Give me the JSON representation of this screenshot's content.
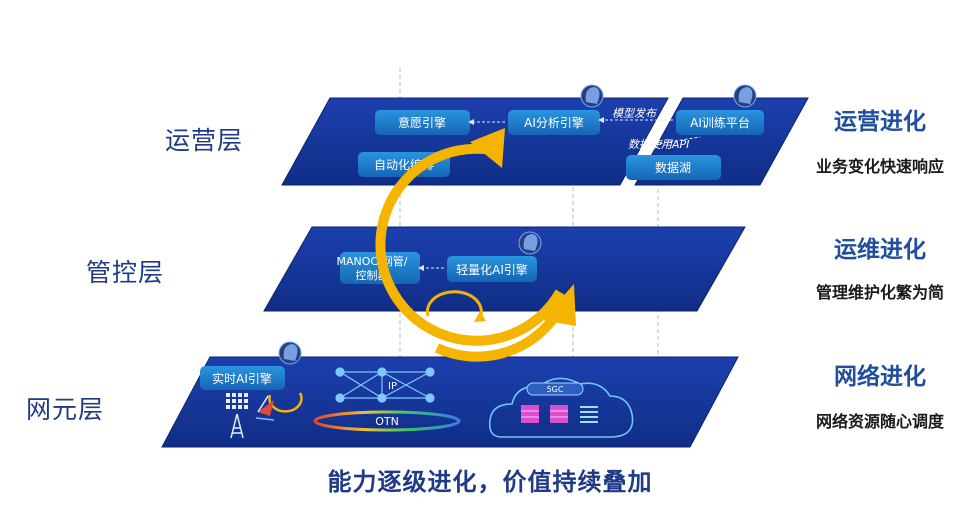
{
  "layers": {
    "ops": "运营层",
    "control": "管控层",
    "element": "网元层"
  },
  "modules": {
    "intent_engine": "意愿引擎",
    "ai_analysis_engine": "AI分析引擎",
    "ai_training_platform": "AI训练平台",
    "auto_orchestration": "自动化编排",
    "data_lake": "数据湖",
    "manager_line1": "MANOC/网管/",
    "manager_line2": "控制器",
    "light_ai_engine": "轻量化AI引擎",
    "realtime_ai_engine": "实时AI引擎"
  },
  "annotations": {
    "model_publish": "模型发布",
    "data_api": "数据使用API"
  },
  "network": {
    "ip": "IP",
    "otn": "OTN",
    "five_gc": "5GC"
  },
  "evolution": [
    {
      "title": "运营进化",
      "subtitle": "业务变化快速响应"
    },
    {
      "title": "运维进化",
      "subtitle": "管理维护化繁为简"
    },
    {
      "title": "网络进化",
      "subtitle": "网络资源随心调度"
    }
  ],
  "caption": "能力逐级进化，价值持续叠加",
  "colors": {
    "layer": "#1a3aa0",
    "layer_edge": "#0d2a7e",
    "module": "#1b78c9",
    "arrow": "#f5b400",
    "accent_title": "#1f4f9c"
  }
}
